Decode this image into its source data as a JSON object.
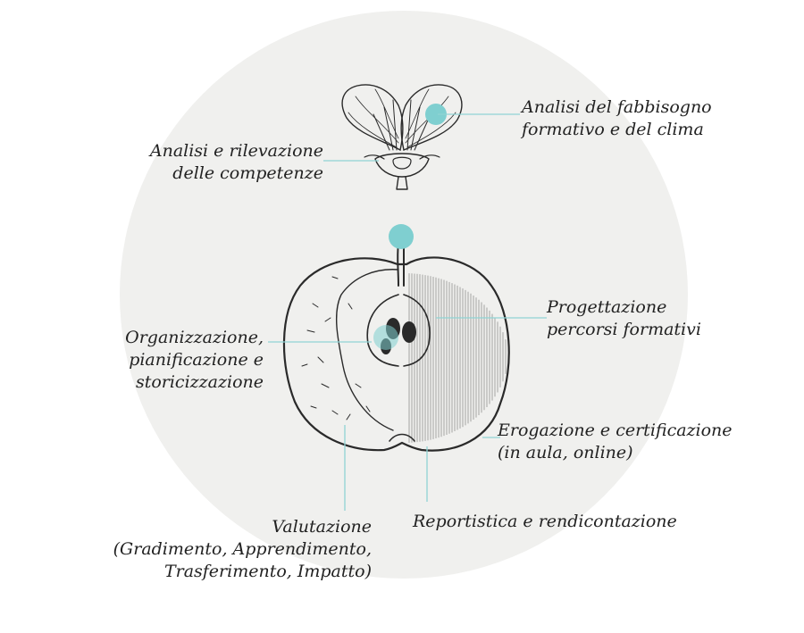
{
  "colors": {
    "background_circle": "#f0f0ee",
    "accent": "#7fcfd0",
    "leader_line": "#8fd3d4",
    "ink": "#2a2a2a",
    "text": "#222222"
  },
  "illustrations": {
    "flower": "flower-cross-section-engraving",
    "apple": "apple-cross-section-engraving"
  },
  "labels": {
    "fabbisogno": {
      "line1": "Analisi del fabbisogno",
      "line2": "formativo e del clima"
    },
    "competenze": {
      "line1": "Analisi e rilevazione",
      "line2": "delle competenze"
    },
    "progettazione": {
      "line1": "Progettazione",
      "line2": "percorsi formativi"
    },
    "organizzazione": {
      "line1": "Organizzazione,",
      "line2": "pianificazione e",
      "line3": "storicizzazione"
    },
    "erogazione": {
      "line1": "Erogazione e certificazione",
      "line2": "(in aula, online)"
    },
    "valutazione": {
      "line1": "Valutazione",
      "line2": "(Gradimento, Apprendimento,",
      "line3": "Trasferimento, Impatto)"
    },
    "reportistica": {
      "line1": "Reportistica e rendicontazione"
    }
  }
}
